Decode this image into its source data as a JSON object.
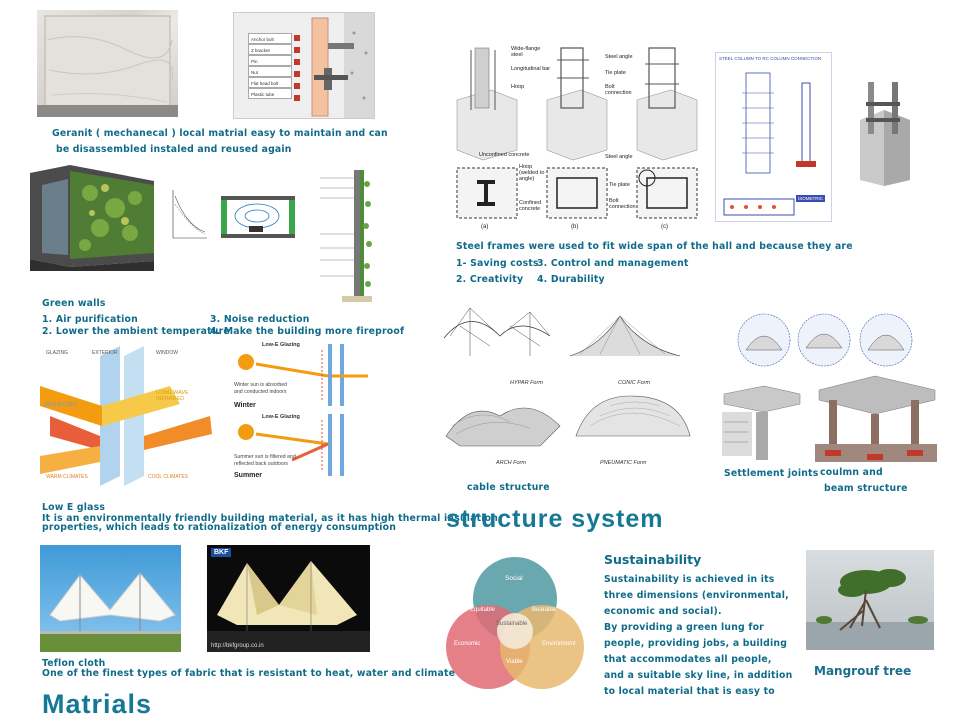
{
  "colors": {
    "accent": "#0f6b8a",
    "title": "#157895",
    "social": "#5a9ea6",
    "environment": "#e8b86e",
    "economic": "#e06a74"
  },
  "granite": {
    "caption_line1": "Geranit ( mechanecal ) local matrial easy to maintain and can",
    "caption_line2": "be disassembled instaled and reused again",
    "legend": [
      "Anchor bolt",
      "Z bracket",
      "Pin",
      "Nut",
      "Flat head bolt",
      "Plastic tube"
    ]
  },
  "green_walls": {
    "title": "Green walls",
    "items": [
      "1. Air purification",
      "2. Lower the ambient temperature",
      "3. Noise reduction",
      "4. Make the building more fireproof"
    ]
  },
  "low_e": {
    "title": "Low E glass",
    "desc_line1": "It is an environmentally friendly building material, as it has high thermal insulation",
    "desc_line2": "properties, which leads to rationalization of energy consumption",
    "diagram_labels": {
      "glazing": "GLAZING",
      "exterior": "EXTERIOR",
      "window": "WINDOW",
      "reflected": "REFLECTED",
      "long_wave": "LONG WAVE INFRARED",
      "warm": "WARM CLIMATES",
      "cool": "COOL CLIMATES"
    },
    "winter_label": "Winter",
    "summer_label": "Summer",
    "glazing_label": "Low-E Glazing",
    "winter_text": "Winter sun is absorbed and conducted indoors",
    "summer_text": "Summer sun is filtered and reflected back outdoors"
  },
  "teflon": {
    "title": "Teflon cloth",
    "desc": "One of the finest types of fabric that is resistant to heat, water and climate",
    "photo_url_caption": "http://bkfgroup.co.in",
    "photo_brand": "BKF"
  },
  "materials_title": "Matrials",
  "steel": {
    "caption": "Steel frames were used to fit wide span of the hall and because they are",
    "items": [
      "1- Saving costs",
      "3. Control and management",
      "2. Creativity",
      "4. Durability"
    ],
    "labels": {
      "wide_flange": "Wide-flange steel",
      "long_bar": "Longitudinal bar",
      "hoop": "Hoop",
      "steel_angle": "Steel angle",
      "tie_plate": "Tie plate",
      "bolt": "Bolt connection",
      "unconfined": "Unconfined concrete",
      "hoop_welded": "Hoop (welded to angle)",
      "confined": "Confined concrete",
      "a": "(a)",
      "b": "(b)",
      "c": "(c)"
    },
    "detail_title": "STEEL COLUMN TO RC COLUMN CONNECTION",
    "isometric": "ISOMETRIC"
  },
  "cable": {
    "caption": "cable structure",
    "forms": [
      "HYPAR Form",
      "CONIC Form",
      "ARCH Form",
      "PNEUMATIC Form"
    ]
  },
  "settlement": {
    "caption": "Settlement joints"
  },
  "column_beam": {
    "caption_line1": "coulmn and",
    "caption_line2": "beam structure"
  },
  "structure_title": "structure system",
  "sustainability": {
    "title": "Sustainability",
    "lines": [
      "Sustainability is achieved in its",
      "three dimensions (environmental,",
      "economic and social).",
      "By providing a green lung for",
      "people, providing jobs, a building",
      "that accommodates all people,",
      "and a suitable sky line, in addition",
      "to local material that is easy to"
    ],
    "venn": {
      "social": "Social",
      "economic": "Economic",
      "environment": "Environment",
      "equitable": "Equitable",
      "bearable": "Bearable",
      "viable": "Viable",
      "sustainable": "Sustainable"
    }
  },
  "mangrove": {
    "caption": "Mangrouf tree"
  }
}
